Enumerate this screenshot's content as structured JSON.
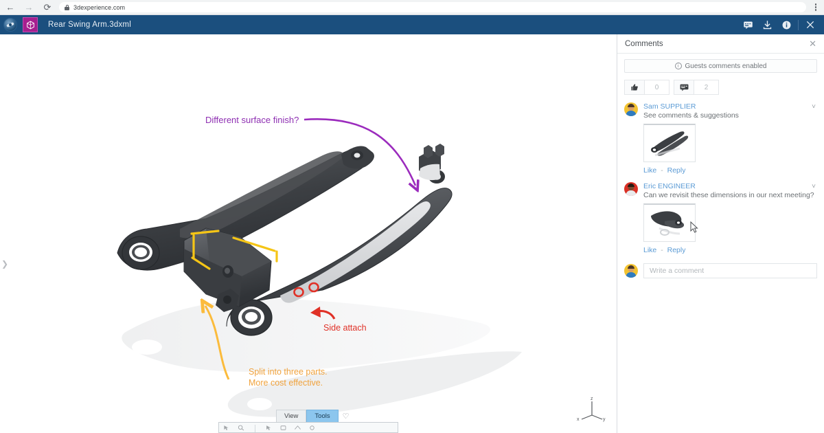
{
  "browser": {
    "back_icon": "arrow-left-icon",
    "forward_icon": "arrow-right-icon",
    "reload_icon": "reload-icon",
    "url": "3dexperience.com",
    "menu_icon": "kebab-menu-icon"
  },
  "app_header": {
    "logo_name": "3dexperience-compass-logo",
    "app_icon_name": "3d-part-app-icon",
    "document_title": "Rear Swing Arm.3dxml",
    "actions": [
      {
        "name": "comments-toggle",
        "icon": "comment-icon"
      },
      {
        "name": "download-button",
        "icon": "download-icon"
      },
      {
        "name": "info-button",
        "icon": "info-icon"
      },
      {
        "name": "close-button",
        "icon": "close-icon"
      }
    ],
    "accent_color": "#1b4f7e"
  },
  "viewer": {
    "expander_icon": "chevron-right-icon",
    "axis_labels": {
      "x": "x",
      "y": "y",
      "z": "z"
    },
    "annotations": [
      {
        "name": "annotation-surface-finish",
        "text": "Different surface finish?",
        "color": "#8e2fb2"
      },
      {
        "name": "annotation-side-attach",
        "text": "Side attach",
        "color": "#e03127"
      },
      {
        "name": "annotation-split-line1",
        "text": "Split into three parts.",
        "color": "#f0a23c"
      },
      {
        "name": "annotation-split-line2",
        "text": "More cost effective.",
        "color": "#f0a23c"
      }
    ]
  },
  "toolbar": {
    "tabs": [
      {
        "label": "View",
        "active": false
      },
      {
        "label": "Tools",
        "active": true
      }
    ],
    "favorite_icon": "heart-icon"
  },
  "comments": {
    "title": "Comments",
    "close_icon": "close-icon",
    "guest_banner": "Guests comments enabled",
    "guest_banner_icon": "info-icon",
    "like_icon": "thumbs-up-icon",
    "like_count": "0",
    "comment_icon": "comment-icon",
    "comment_count": "2",
    "items": [
      {
        "author": "Sam SUPPLIER",
        "text": "See comments & suggestions",
        "avatar_color": "#f2c230",
        "thumbnail_name": "comment-thumbnail",
        "like_label": "Like",
        "reply_label": "Reply",
        "collapse_icon": "chevron-down-icon"
      },
      {
        "author": "Eric ENGINEER",
        "text": "Can we revisit these dimensions in our next meeting?",
        "avatar_color": "#d93025",
        "thumbnail_name": "comment-thumbnail",
        "like_label": "Like",
        "reply_label": "Reply",
        "collapse_icon": "chevron-down-icon"
      }
    ],
    "composer": {
      "placeholder": "Write a comment",
      "avatar_color": "#f2c230"
    }
  }
}
